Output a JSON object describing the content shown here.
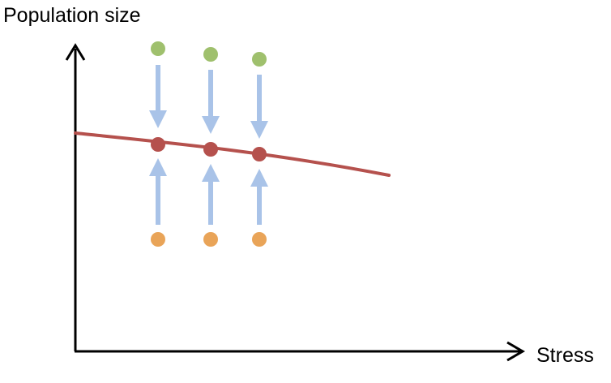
{
  "axes": {
    "y_label": "Population size",
    "x_label": "Stress"
  },
  "colors": {
    "axis": "#000000",
    "equilibrium_curve": "#b5514d",
    "equilibrium_point": "#b5514d",
    "high_start_point": "#9fc06d",
    "low_start_point": "#e9a458",
    "arrow": "#a9c3e8"
  },
  "equilibrium_columns": [
    {
      "id": "column-1"
    },
    {
      "id": "column-2"
    },
    {
      "id": "column-3"
    }
  ]
}
